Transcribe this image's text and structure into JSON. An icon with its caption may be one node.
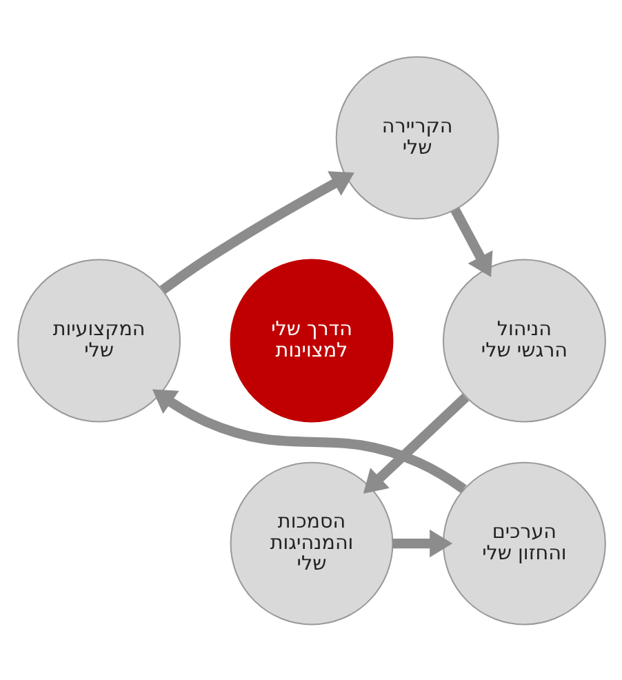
{
  "diagram": {
    "nodes": [
      {
        "text": [
          "הקריירה שלי"
        ]
      },
      {
        "text": [
          "הניהול הרגשי שלי"
        ]
      },
      {
        "text": [
          "הסמכות והמנהיגות שלי"
        ]
      },
      {
        "text": [
          "הערכים והחזון שלי"
        ]
      },
      {
        "text": [
          "המקצועיות שלי"
        ]
      },
      {
        "text": [
          "הדרך שלי למצוינות"
        ]
      }
    ],
    "edges": [
      {
        "from": 0,
        "to": 1,
        "arrow": "to"
      },
      {
        "from": 1,
        "to": 2,
        "arrow": "to"
      },
      {
        "from": 2,
        "to": 3,
        "arrow": "to"
      },
      {
        "from": 3,
        "to": 4,
        "arrow": "to"
      },
      {
        "from": 4,
        "to": 0,
        "arrow": "to"
      }
    ]
  }
}
